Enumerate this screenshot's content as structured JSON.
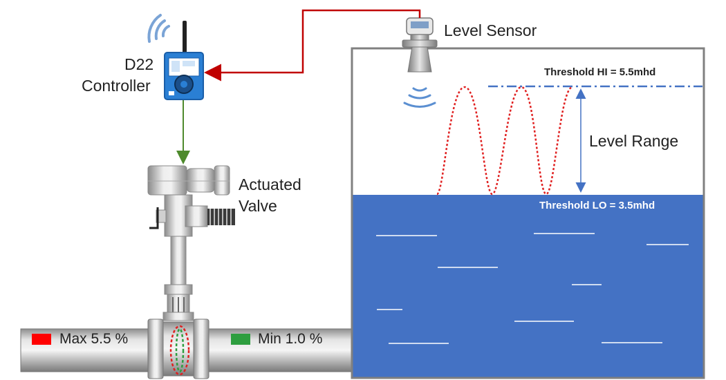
{
  "controller": {
    "line1": "D22",
    "line2": "Controller"
  },
  "sensor": {
    "label": "Level Sensor"
  },
  "valve": {
    "line1": "Actuated",
    "line2": "Valve"
  },
  "tank": {
    "threshold_hi": "Threshold HI = 5.5mhd",
    "threshold_lo": "Threshold LO = 3.5mhd",
    "range_label": "Level Range"
  },
  "pipe": {
    "max_label": "Max 5.5 %",
    "min_label": "Min 1.0 %"
  },
  "colors": {
    "signal_wire": "#c00000",
    "control_wire": "#4e8a2c",
    "water": "#4472c4",
    "tank_border": "#808080",
    "max_swatch": "#ff0000",
    "min_swatch": "#2e9e3f",
    "level_curve": "#e02020",
    "threshold_line": "#4472c4"
  }
}
